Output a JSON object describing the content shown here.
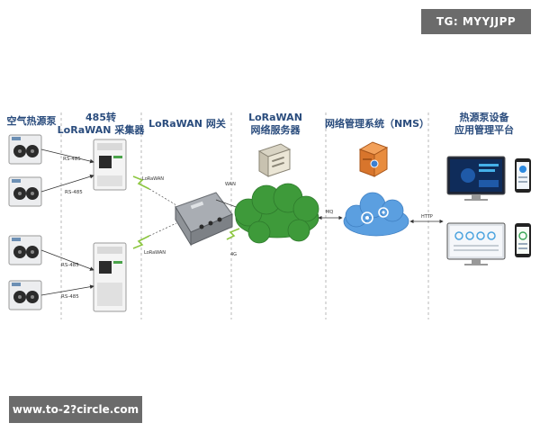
{
  "watermark_top": "TG: MYYJJPP",
  "watermark_bottom": "www.to-2?circle.com",
  "columns": {
    "heat_pump": "空气热源泵",
    "converter_line1": "485转",
    "converter_line2": "LoRaWAN 采集器",
    "gateway": "LoRaWAN 网关",
    "server_line1": "LoRaWAN",
    "server_line2": "网络服务器",
    "nms": "网络管理系统（NMS）",
    "platform_line1": "热源泵设备",
    "platform_line2": "应用管理平台"
  },
  "links": {
    "rs485_1": "RS-485",
    "rs485_2": "RS-485",
    "rs485_3": "RS-485",
    "rs485_4": "RS-485",
    "lorawan_1": "LoRaWAN",
    "lorawan_2": "LoRaWAN",
    "wan": "WAN",
    "g4": "4G",
    "mq": "MQ",
    "http": "HTTP"
  },
  "colors": {
    "heading": "#2a4c7d",
    "cloud_green": "#3e9a3a",
    "cloud_blue": "#5b9fe0",
    "server_orange": "#e07b2c",
    "line": "#333333",
    "divider": "#b8b8b8"
  }
}
